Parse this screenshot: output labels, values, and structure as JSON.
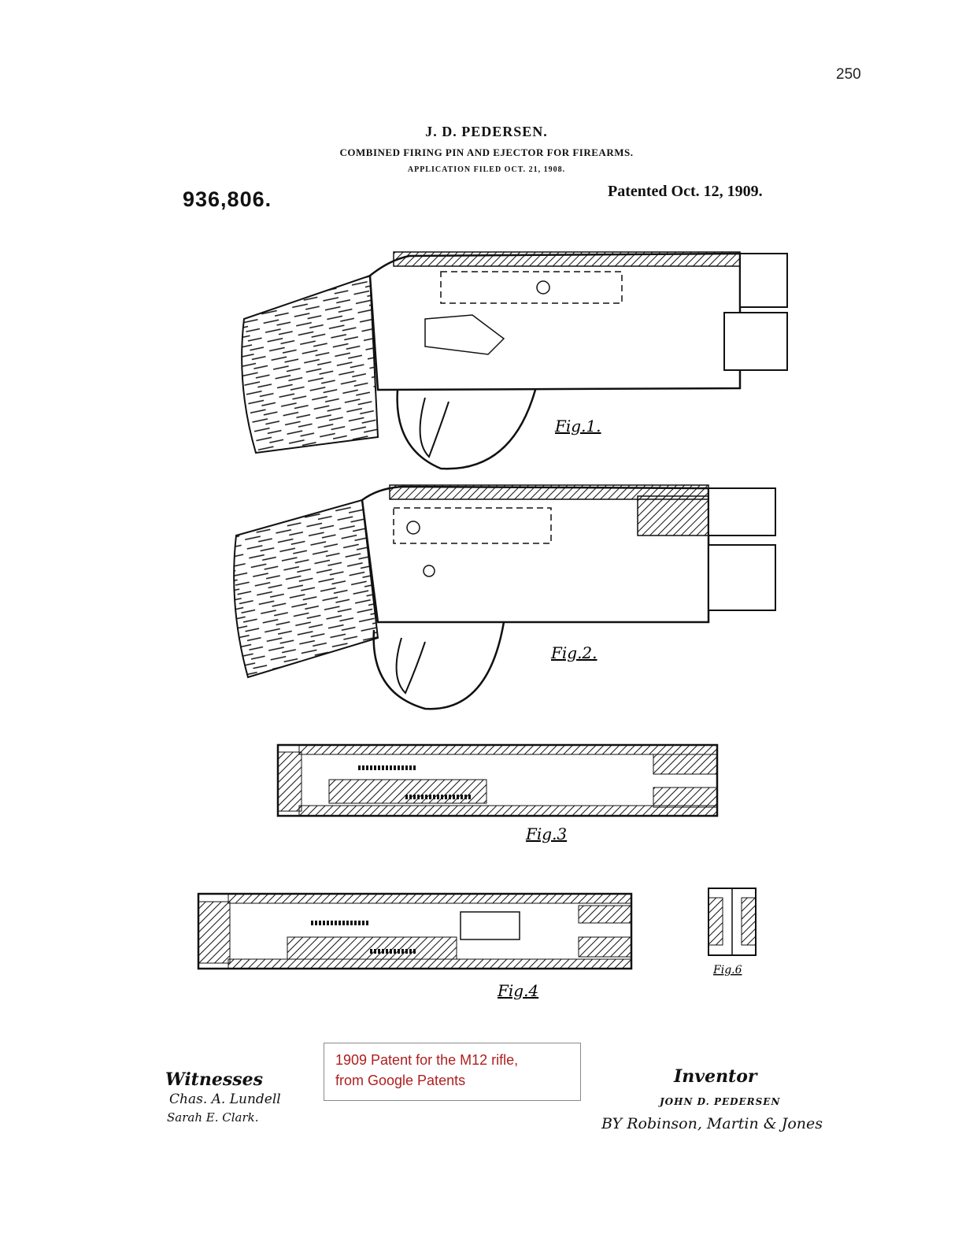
{
  "page_number": "250",
  "header": {
    "inventor_name": "J. D. PEDERSEN.",
    "title": "COMBINED FIRING PIN AND EJECTOR FOR FIREARMS.",
    "application": "APPLICATION FILED OCT. 21, 1908.",
    "patent_number": "936,806.",
    "patented_date": "Patented Oct. 12, 1909."
  },
  "figures": {
    "fig1": "Fig.1.",
    "fig2": "Fig.2.",
    "fig3": "Fig.3",
    "fig4": "Fig.4",
    "fig6": "Fig.6"
  },
  "note": {
    "line1": "1909 Patent for the M12 rifle,",
    "line2": "from Google Patents",
    "color": "#b01e1e"
  },
  "signatures": {
    "witnesses_label": "Witnesses",
    "witness1": "Chas. A. Lundell",
    "witness2": "Sarah E. Clark.",
    "inventor_label": "Inventor",
    "inventor": "JOHN D. PEDERSEN",
    "attorney": "BY Robinson, Martin & Jones"
  }
}
